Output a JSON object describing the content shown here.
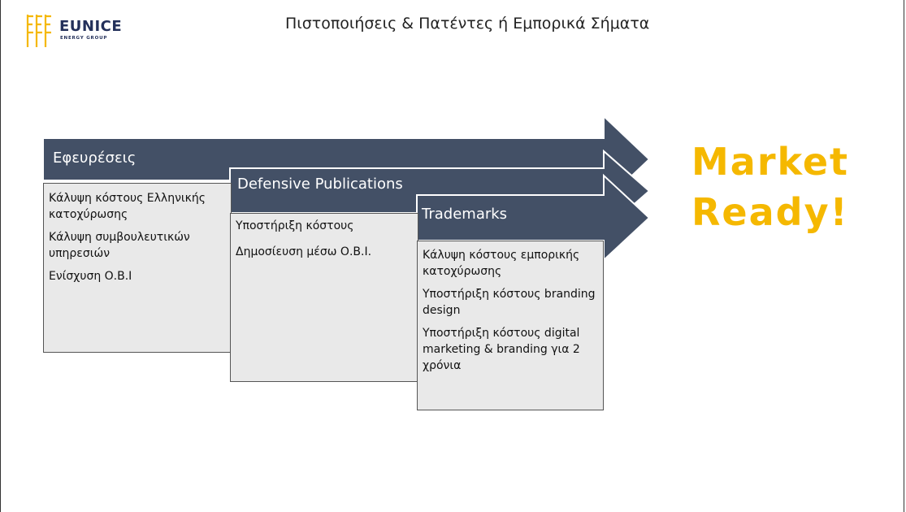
{
  "header": {
    "logo_text": "EUNICE",
    "logo_subtext": "ENERGY GROUP",
    "title": "Πιστοποιήσεις & Πατέντες ή Εμπορικά Σήματα"
  },
  "colors": {
    "arrow": "#435066",
    "box_bg": "#e9e9e9",
    "accent": "#f5b800",
    "logo": "#f5b800",
    "brand_text": "#23305a"
  },
  "stages": [
    {
      "label": "Εφευρέσεις",
      "items": [
        "Κάλυψη κόστους Ελληνικής κατοχύρωσης",
        "Κάλυψη συμβουλευτικών υπηρεσιών",
        "Ενίσχυση Ο.Β.Ι"
      ]
    },
    {
      "label": "Defensive Publications",
      "items": [
        "Υποστήριξη κόστους",
        "Δημοσίευση μέσω Ο.Β.Ι."
      ]
    },
    {
      "label": "Trademarks",
      "items": [
        "Κάλυψη κόστους εμπορικής κατοχύρωσης",
        "Υποστήριξη κόστους branding design",
        "Υποστήριξη κόστους digital marketing & branding για 2 χρόνια"
      ]
    }
  ],
  "result": {
    "line1": "Market",
    "line2": "Ready!"
  }
}
